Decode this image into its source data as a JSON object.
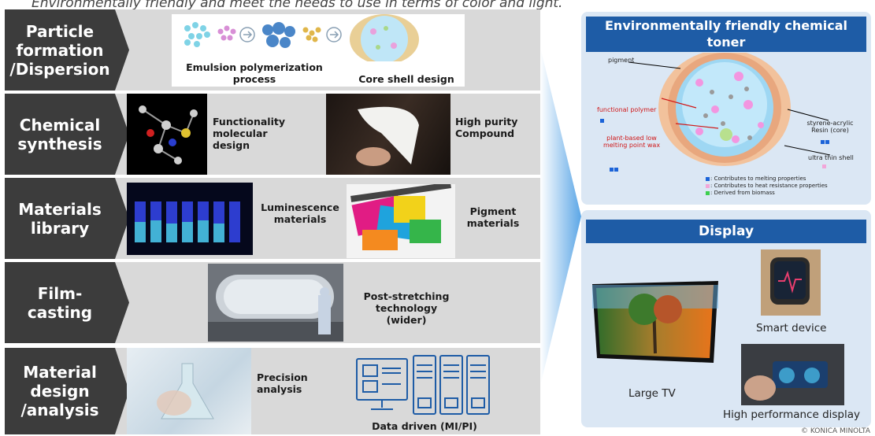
{
  "header": {
    "text": "Environmentally friendly and meet the needs to use in terms of color and light."
  },
  "rows": [
    {
      "label": "Particle formation /Dispersion",
      "items": [
        "Emulsion polymerization process",
        "Core shell design"
      ]
    },
    {
      "label": "Chemical synthesis",
      "items": [
        "Functionality molecular design",
        "High purity Compound"
      ]
    },
    {
      "label": "Materials library",
      "items": [
        "Luminescence materials",
        "Pigment materials"
      ]
    },
    {
      "label": "Film- casting",
      "items": [
        "Post-stretching technology (wider)"
      ]
    },
    {
      "label": "Material design /analysis",
      "items": [
        "Precision analysis",
        "Data driven (MI/PI)"
      ]
    }
  ],
  "toner_panel": {
    "title": "Environmentally friendly chemical toner",
    "annotations": {
      "pigment": "pigment",
      "functional_polymer": "functional polymer",
      "plant_wax": "plant-based low melting point wax",
      "resin": "styrene-acrylic Resin (core)",
      "shell": "ultra thin shell"
    },
    "legend": [
      {
        "text": ": Contributes to melting properties",
        "color": "#1b63d8"
      },
      {
        "text": ": Contributes to heat resistance properties",
        "color": "#f2a6d9"
      },
      {
        "text": ": Derived from biomass",
        "color": "#3ccf4e"
      }
    ]
  },
  "display_panel": {
    "title": "Display",
    "items": [
      "Large TV",
      "Smart device",
      "High performance display"
    ]
  },
  "footer": {
    "copyright": "© KONICA MINOLTA"
  },
  "colors": {
    "dark_label": "#3c3c3c",
    "row_bg": "#d9d9d9",
    "panel_head": "#1e5ca6",
    "panel_bg": "#dbe7f4"
  }
}
